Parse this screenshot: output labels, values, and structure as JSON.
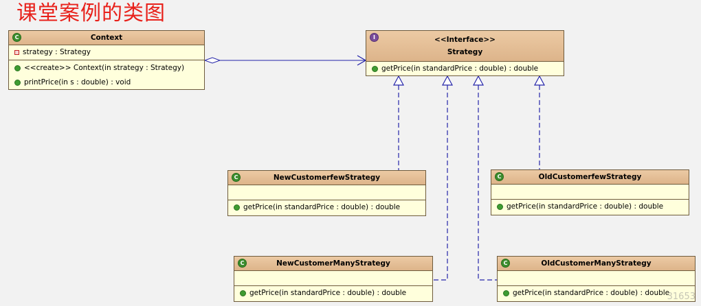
{
  "title": "课堂案例的类图",
  "diagram": {
    "context": {
      "name": "Context",
      "attribute": "strategy : Strategy",
      "operations": [
        "<<create>> Context(in strategy : Strategy)",
        "printPrice(in s : double) : void"
      ]
    },
    "strategy": {
      "stereotype": "<<Interface>>",
      "name": "Strategy",
      "operation": "getPrice(in standardPrice : double) : double"
    },
    "new_few": {
      "name": "NewCustomerfewStrategy",
      "operation": "getPrice(in standardPrice : double) : double"
    },
    "old_few": {
      "name": "OldCustomerfewStrategy",
      "operation": "getPrice(in standardPrice : double) : double"
    },
    "new_many": {
      "name": "NewCustomerManyStrategy",
      "operation": "getPrice(in standardPrice : double) : double"
    },
    "old_many": {
      "name": "OldCustomerManyStrategy",
      "operation": "getPrice(in standardPrice : double) : double"
    }
  },
  "badges": {
    "class": "C",
    "interface": "I"
  },
  "watermark": "31653",
  "colors": {
    "title": "#e8211b",
    "class_header": "#e0b88f",
    "class_body": "#ffffdc",
    "connector": "#2323a8"
  }
}
